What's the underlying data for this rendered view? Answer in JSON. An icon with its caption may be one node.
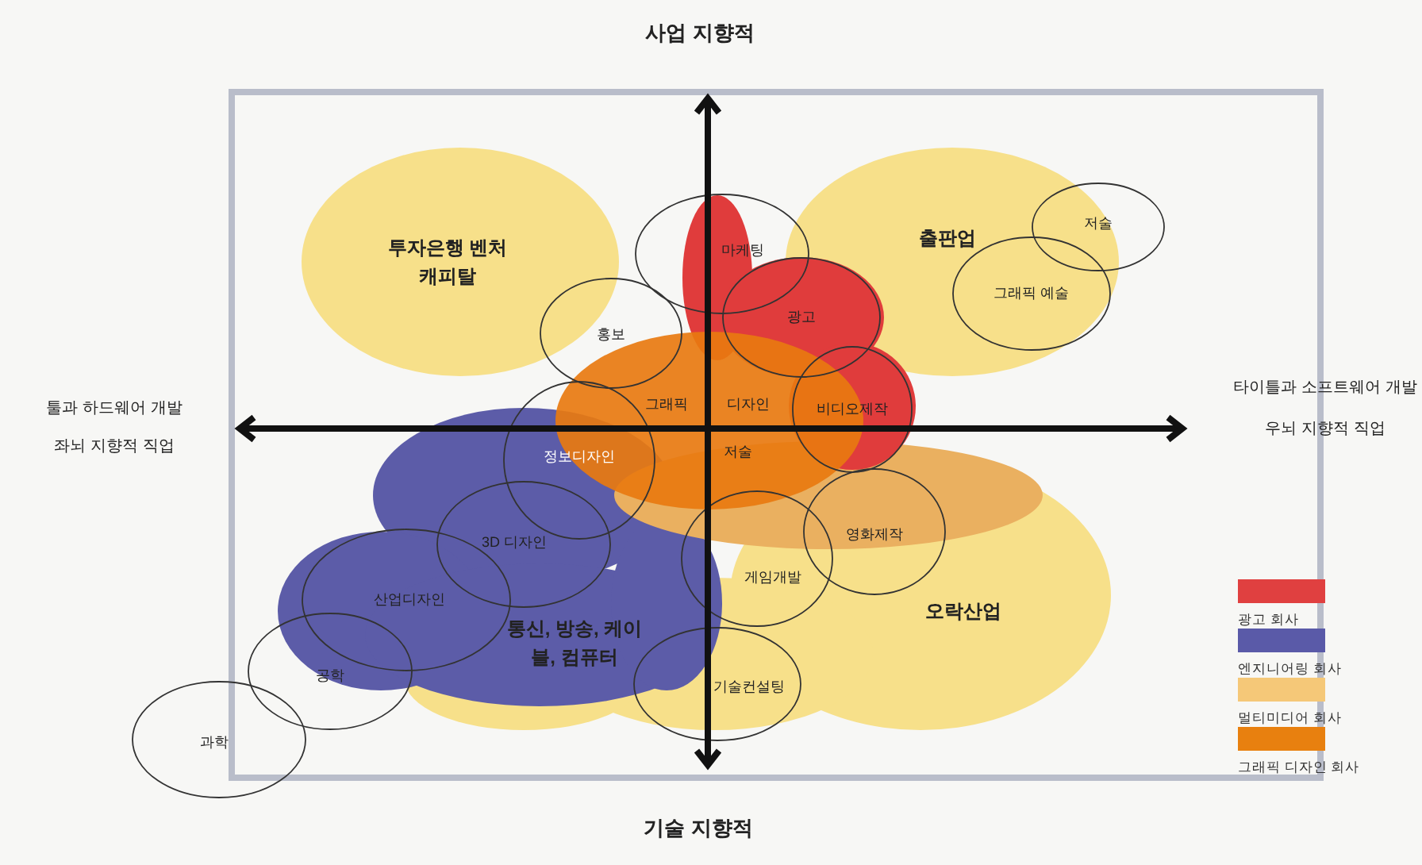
{
  "diagram": {
    "nodes": [
      {
        "text": [
          "투자은행 벤처 캐피탈"
        ]
      },
      {
        "text": [],
        "shape": "cloud"
      },
      {
        "text": [
          "마케팅"
        ]
      },
      {
        "text": [
          "출판업"
        ]
      },
      {
        "text": [
          "저술"
        ]
      },
      {
        "text": [
          "그래픽 예술"
        ],
        "in": 3
      },
      {
        "text": [
          "홍보"
        ]
      },
      {
        "text": [
          "광고"
        ],
        "in": 1
      },
      {
        "text": [
          "그래픽 디자인"
        ]
      },
      {
        "text": [
          "비디오제작"
        ],
        "in": 1
      },
      {
        "text": [
          "정보디자인"
        ]
      },
      {
        "text": [],
        "shape": "cloud"
      },
      {
        "text": [
          "3D 디자인"
        ],
        "in": 17
      },
      {
        "text": [
          "영화제작"
        ],
        "in": 16
      },
      {
        "text": [
          "게임개발"
        ]
      },
      {
        "text": [
          "산업디자인"
        ],
        "in": 17
      },
      {
        "text": [
          "오락산업"
        ]
      },
      {
        "text": [
          "통신, 방송, 케이블, 컴퓨터"
        ]
      },
      {
        "text": [
          "공학"
        ]
      },
      {
        "text": [
          "기술컨설팅"
        ]
      },
      {
        "text": [
          "과학"
        ]
      }
    ],
    "labels": [
      "사업 지향적",
      "툴과 하드웨어 개발",
      "좌뇌 지향적 직업",
      "타이틀과 소프트웨어 개발",
      "우뇌 지향적 직업",
      "저술",
      "기술 지향적"
    ],
    "legend": [
      {
        "text": "광고 회사",
        "color": "#e04040"
      },
      {
        "text": "엔지니어링 회사",
        "color": "#5a5aa8"
      },
      {
        "text": "멀티미디어 회사",
        "color": "#f5c878"
      },
      {
        "text": "그래픽 디자인 회사",
        "color": "#e8800f"
      }
    ]
  }
}
